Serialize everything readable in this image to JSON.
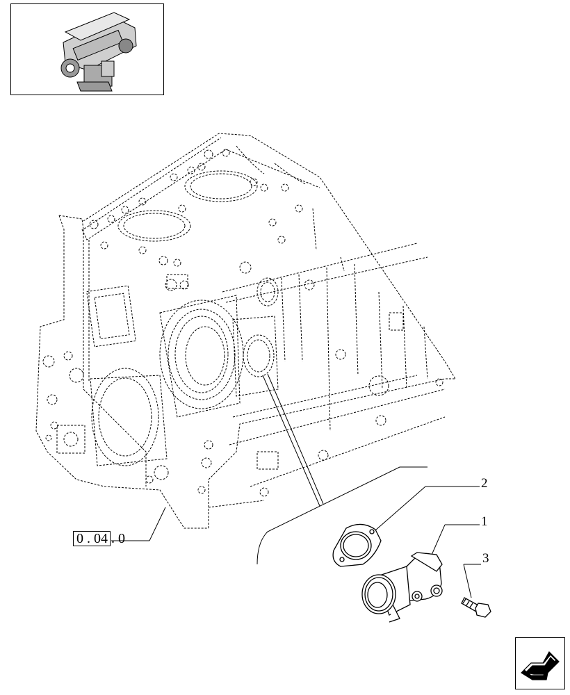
{
  "reference": {
    "label": "0 . 04 . 0"
  },
  "callouts": [
    {
      "id": "1",
      "label": "1"
    },
    {
      "id": "2",
      "label": "2"
    },
    {
      "id": "3",
      "label": "3"
    }
  ],
  "icons": {
    "thumbnail": "engine-thumbnail-icon",
    "navigation": "next-page-arrow-icon"
  },
  "colors": {
    "line": "#000000",
    "background": "#ffffff"
  }
}
